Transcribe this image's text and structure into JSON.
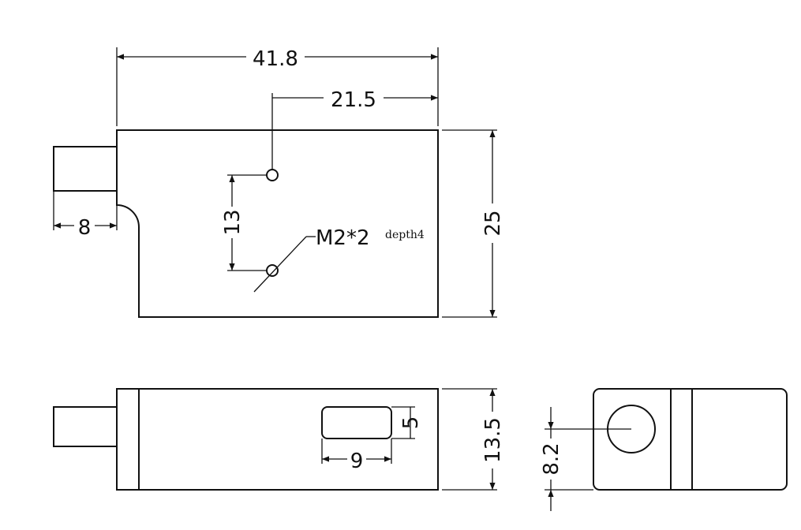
{
  "drawing": {
    "dimensions": {
      "overall_length": "41.8",
      "hole_offset": "21.5",
      "height": "25",
      "stub_length": "8",
      "hole_spacing": "13",
      "thread_callout": "M2*2",
      "thread_depth": "depth4",
      "side_thickness": "13.5",
      "slot_width": "9",
      "slot_height": "5",
      "end_hole_height": "8.2"
    }
  }
}
